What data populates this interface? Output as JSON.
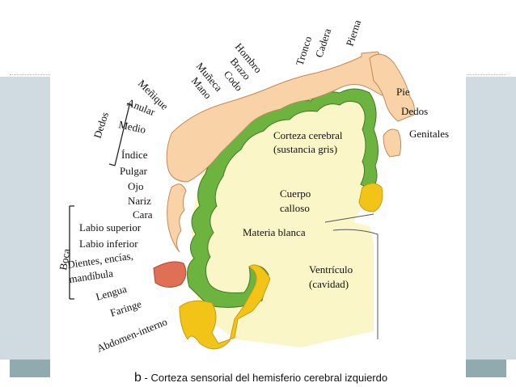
{
  "labels": {
    "hombro": "Hombro",
    "brazo": "Brazo",
    "codo": "Codo",
    "muneca": "Muñeca",
    "mano": "Mano",
    "tronco": "Tronco",
    "cadera": "Cadera",
    "pierna": "Pierna",
    "pie": "Pie",
    "dedos_pie": "Dedos",
    "genitales": "Genitales",
    "menique": "Meñique",
    "anular": "Anular",
    "medio": "Medio",
    "indice": "Índice",
    "pulgar": "Pulgar",
    "dedos": "Dedos",
    "ojo": "Ojo",
    "nariz": "Nariz",
    "cara": "Cara",
    "labio_superior": "Labio superior",
    "labio_inferior": "Labio inferior",
    "dientes_1": "Dientes, encías,",
    "dientes_2": "mandíbula",
    "boca": "Boca",
    "lengua": "Lengua",
    "faringe": "Faringe",
    "abdomen": "Abdomen-interno",
    "corteza_1": "Corteza cerebral",
    "corteza_2": "(sustancia gris)",
    "cuerpo_1": "Cuerpo",
    "cuerpo_2": "calloso",
    "materia": "Materia blanca",
    "ventriculo_1": "Ventrículo",
    "ventriculo_2": "(cavidad)"
  },
  "caption": {
    "letter": "b",
    "text": " - Corteza sensorial del hemisferio cerebral izquierdo"
  },
  "colors": {
    "cortex": "#6db33f",
    "white_matter": "#fbf6c8",
    "corpus": "#f2c418",
    "homunculus": "#f9d3a7",
    "tongue": "#e07055"
  }
}
